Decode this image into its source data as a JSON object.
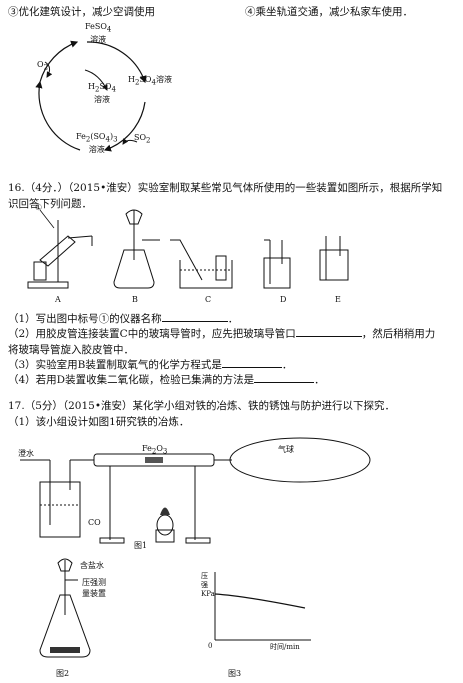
{
  "top_options": {
    "opt3": "③优化建筑设计，减少空调使用",
    "opt4": "④乘坐轨道交通，减少私家车使用．"
  },
  "cycle": {
    "o2": "O",
    "o2_sub": "2",
    "feso4": "FeSO",
    "feso4_sub": "4",
    "feso4_sol": "溶液",
    "h2so4_outer": "H",
    "h2so4_outer_rest": "SO",
    "h2so4_outer_sol": "溶液",
    "h2so4_inner": "H",
    "h2so4_inner_rest": "SO",
    "h2so4_inner_sol": "溶液",
    "fe2so43": "Fe",
    "fe2so43_rest": "(SO",
    "fe2so43_sol": "溶液",
    "so2": "SO",
    "sub2": "2",
    "sub3": "3",
    "sub4": "4"
  },
  "q16": {
    "stem_line1": "16.（4分．）（2015•淮安）实验室制取某些常见气体所使用的一些装置如图所示，根据所学知",
    "stem_line2": "识回答下列问题．",
    "marker": "①",
    "labels": [
      "A",
      "B",
      "C",
      "D",
      "E"
    ],
    "sub1": "（1）写出图中标号①的仪器名称",
    "sub1_end": "．",
    "sub2_line1": "（2）用胶皮管连接装置C中的玻璃导管时，应先把玻璃导管口",
    "sub2_line1_end": "，然后稍稍用力",
    "sub2_line2": "将玻璃导管旋入胶皮管中．",
    "sub3": "（3）实验室用B装置制取氧气的化学方程式是",
    "sub3_end": "．",
    "sub4": "（4）若用D装置收集二氧化碳，检验已集满的方法是",
    "sub4_end": "．"
  },
  "q17": {
    "stem": "17.（5分）（2015•淮安）某化学小组对铁的冶炼、铁的锈蚀与防护进行以下探究．",
    "sub1": "（1）该小组设计如图1研究铁的冶炼．",
    "fig1": {
      "water": "澄水",
      "fe2o3": "Fe",
      "fe2o3_rest": "O",
      "sub2": "2",
      "sub3": "3",
      "balloon": "气球",
      "co": "CO",
      "caption": "图1"
    },
    "fig2": {
      "acid": "含盐水",
      "sensor1": "压强测",
      "sensor2": "量装置",
      "caption": "图2"
    },
    "fig3": {
      "y1": "压",
      "y2": "强",
      "y3": "KPa",
      "origin": "0",
      "x": "时间/min",
      "caption": "图3"
    }
  }
}
